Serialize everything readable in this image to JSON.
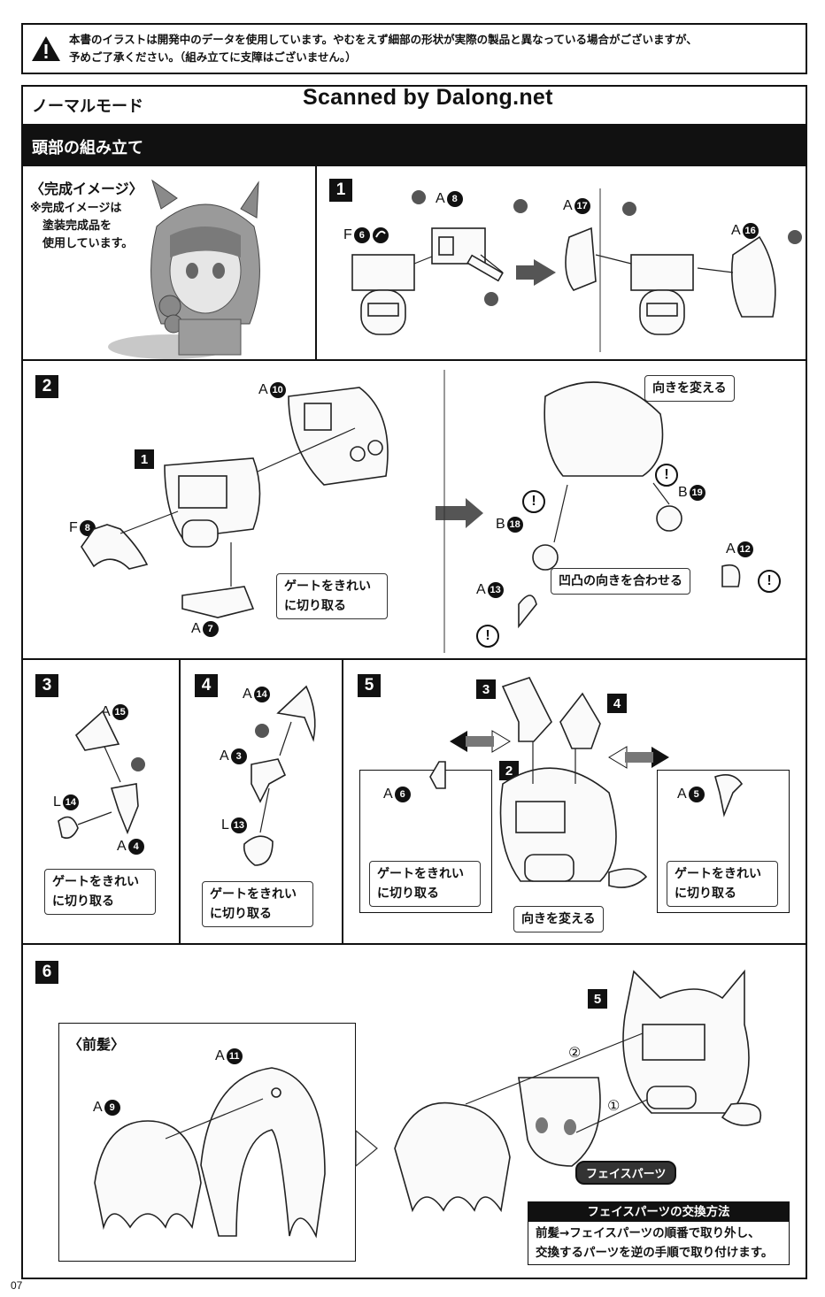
{
  "warning": {
    "icon": "warning-icon",
    "line1": "本書のイラストは開発中のデータを使用しています。やむをえず細部の形状が実際の製品と異なっている場合がございますが、",
    "line2": "予めご了承ください。（組み立てに支障はございません。）"
  },
  "mode_title": "ノーマルモード",
  "watermark": "Scanned by Dalong.net",
  "section_title": "頭部の組み立て",
  "completion": {
    "title": "〈完成イメージ〉",
    "note1": "※完成イメージは",
    "note2": "塗装完成品を",
    "note3": "使用しています。"
  },
  "steps": {
    "s1": "1",
    "s2": "2",
    "s3": "3",
    "s4": "4",
    "s5": "5",
    "s6": "6"
  },
  "refs": {
    "r1": "1",
    "r2": "2",
    "r3": "3",
    "r4": "4",
    "r5": "5"
  },
  "parts": {
    "F6": {
      "letter": "F",
      "num": "6"
    },
    "A8": {
      "letter": "A",
      "num": "8"
    },
    "A17": {
      "letter": "A",
      "num": "17"
    },
    "A16": {
      "letter": "A",
      "num": "16"
    },
    "A10": {
      "letter": "A",
      "num": "10"
    },
    "F8": {
      "letter": "F",
      "num": "8"
    },
    "A7": {
      "letter": "A",
      "num": "7"
    },
    "B18": {
      "letter": "B",
      "num": "18"
    },
    "B19": {
      "letter": "B",
      "num": "19"
    },
    "A12": {
      "letter": "A",
      "num": "12"
    },
    "A13": {
      "letter": "A",
      "num": "13"
    },
    "A15": {
      "letter": "A",
      "num": "15"
    },
    "L14": {
      "letter": "L",
      "num": "14"
    },
    "A4": {
      "letter": "A",
      "num": "4"
    },
    "A14": {
      "letter": "A",
      "num": "14"
    },
    "A3": {
      "letter": "A",
      "num": "3"
    },
    "L13": {
      "letter": "L",
      "num": "13"
    },
    "A6": {
      "letter": "A",
      "num": "6"
    },
    "A5": {
      "letter": "A",
      "num": "5"
    },
    "A11": {
      "letter": "A",
      "num": "11"
    },
    "A9": {
      "letter": "A",
      "num": "9"
    }
  },
  "notes": {
    "gate_l1": "ゲートをきれい",
    "gate_l2": "に切り取る",
    "turn": "向きを変える",
    "align": "凹凸の向きを合わせる",
    "caution": "!"
  },
  "step6": {
    "bangs_title": "〈前髪〉",
    "order1": "①",
    "order2": "②",
    "face_parts": "フェイスパーツ",
    "howto_title": "フェイスパーツの交換方法",
    "howto_line1": "前髪→フェイスパーツの順番で取り外し、",
    "howto_line2": "交換するパーツを逆の手順で取り付けます。"
  },
  "page_number": "07"
}
